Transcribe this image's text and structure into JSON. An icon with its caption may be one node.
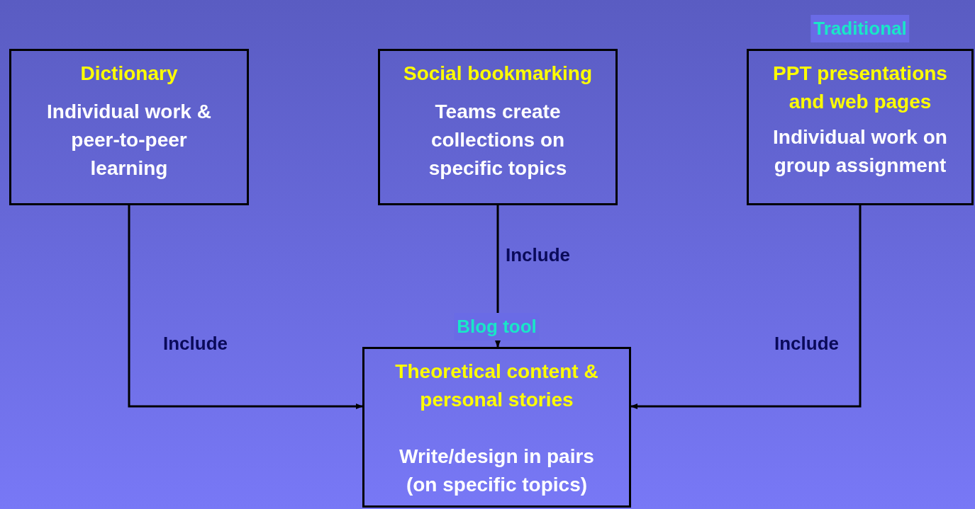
{
  "diagram": {
    "nodes": [
      {
        "text": [
          "Dictionary",
          "Individual work & peer-to-peer learning"
        ]
      },
      {
        "text": [
          "Social bookmarking",
          "Teams create collections on specific topics"
        ]
      },
      {
        "text": [
          "PPT presentations and web pages",
          "Individual work on group assignment"
        ],
        "beside": [
          "Traditional"
        ]
      },
      {
        "text": [
          "Theoretical content & personal stories",
          "Write/design in pairs (on specific topics)"
        ],
        "beside": [
          "Blog tool"
        ]
      }
    ],
    "edges": [
      {
        "from": 0,
        "to": 3,
        "arrow": "to",
        "label": "Include"
      },
      {
        "from": 1,
        "to": 3,
        "arrow": "to",
        "label": "Include"
      },
      {
        "from": 2,
        "to": 3,
        "arrow": "to",
        "label": "Include"
      }
    ]
  }
}
